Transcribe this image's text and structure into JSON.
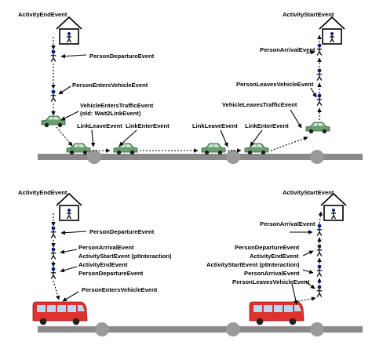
{
  "colors": {
    "road": "#8a8a8a",
    "node": "#9a9a9a",
    "car_body": "#6aa070",
    "car_window": "#d4e8d6",
    "bus_body": "#e0322c",
    "bus_window": "#b9d8f0",
    "person": "#0a1c8c",
    "ink": "#000000"
  },
  "icons": [
    "house-icon",
    "person-icon",
    "car-icon",
    "bus-icon",
    "arrow-icon"
  ],
  "top": {
    "activity_end": "ActivityEndEvent",
    "person_departure": "PersonDepartureEvent",
    "person_enters_vehicle": "PersonEntersVehicleEvent",
    "vehicle_enters_traffic": "VehicleEntersTrafficEvent",
    "vehicle_enters_traffic_note": "(old: Wait2LinkEvent)",
    "link_leave_1": "LinkLeaveEvent",
    "link_enter_1": "LinkEnterEvent",
    "link_leave_2": "LinkLeaveEvent",
    "link_enter_2": "LinkEnterEvent",
    "vehicle_leaves_traffic": "VehicleLeavesTrafficEvent",
    "person_leaves_vehicle": "PersonLeavesVehicleEvent",
    "person_arrival": "PersonArrivalEvent",
    "activity_start": "ActivityStartEvent"
  },
  "bottom": {
    "activity_end": "ActivityEndEvent",
    "person_departure": "PersonDepartureEvent",
    "left_group": [
      "PersonArrivalEvent",
      "ActivityStartEvent (ptInteraction)",
      "ActivityEndEvent",
      "PersonDepartureEvent"
    ],
    "person_enters_vehicle": "PersonEntersVehicleEvent",
    "activity_start": "ActivityStartEvent",
    "person_arrival": "PersonArrivalEvent",
    "right_group": [
      "PersonDepartureEvent",
      "ActivityEndEvent",
      "ActivityStartEvent (ptInteraction)",
      "PersonArrivalEvent",
      "PersonLeavesVehicleEvent"
    ]
  }
}
